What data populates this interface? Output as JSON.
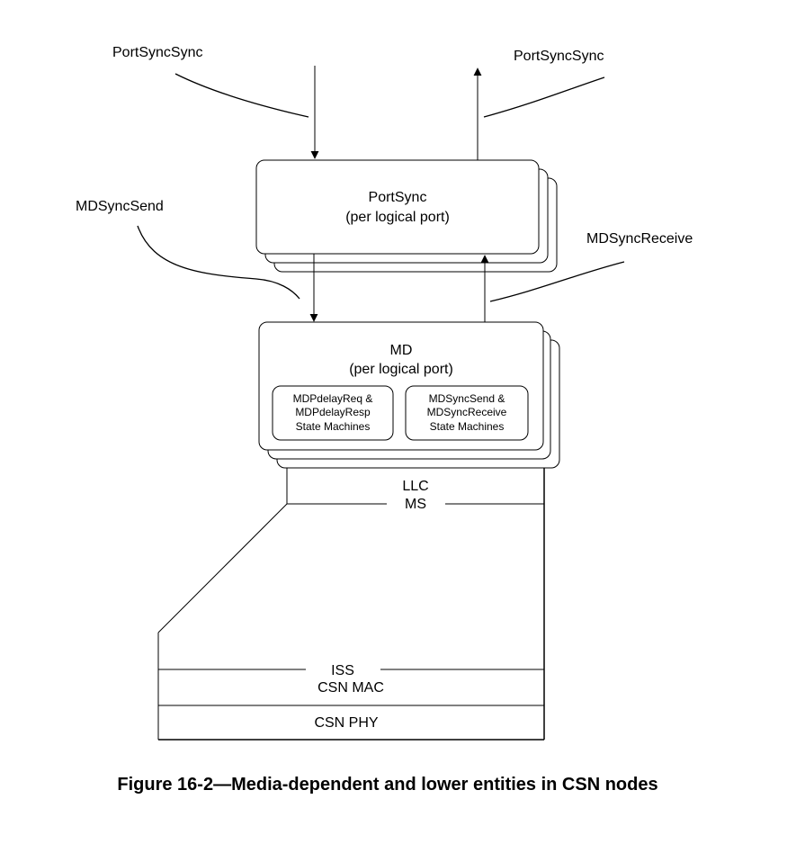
{
  "labels": {
    "portsync_in": "PortSyncSync",
    "portsync_out": "PortSyncSync",
    "mdsync_send": "MDSyncSend",
    "mdsync_receive": "MDSyncReceive"
  },
  "portsync_box": {
    "title": "PortSync",
    "subtitle": "(per logical port)"
  },
  "md_box": {
    "title": "MD",
    "subtitle": "(per logical port)",
    "sm_left": [
      "MDPdelayReq &",
      "MDPdelayResp",
      "State Machines"
    ],
    "sm_right": [
      "MDSyncSend &",
      "MDSyncReceive",
      "State Machines"
    ]
  },
  "stack": {
    "llc": "LLC",
    "ms": "MS",
    "iss": "ISS",
    "csn_mac": "CSN MAC",
    "csn_phy": "CSN PHY"
  },
  "caption": "Figure 16-2—Media-dependent and lower entities in CSN nodes"
}
